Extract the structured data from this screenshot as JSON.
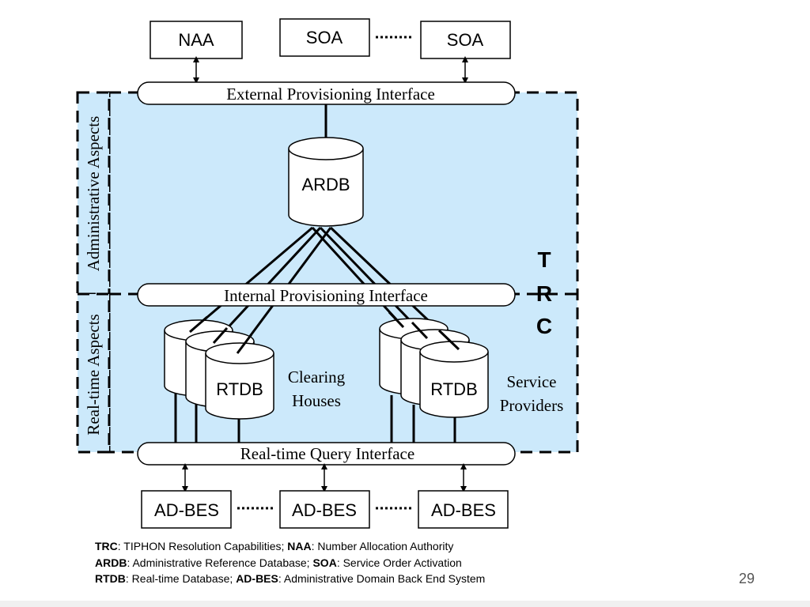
{
  "top_boxes": {
    "naa": "NAA",
    "soa_1": "SOA",
    "soa_2": "SOA"
  },
  "interfaces": {
    "external": "External Provisioning Interface",
    "internal": "Internal Provisioning Interface",
    "realtime": "Real-time Query Interface"
  },
  "side_labels": {
    "administrative": "Administrative Aspects",
    "realtime": "Real-time Aspects"
  },
  "trc_letters": [
    "T",
    "R",
    "C"
  ],
  "ardb": "ARDB",
  "rtdb_left": "RTDB",
  "rtdb_right": "RTDB",
  "clearing_houses": [
    "Clearing",
    "Houses"
  ],
  "service_providers": [
    "Service",
    "Providers"
  ],
  "bottom_boxes": [
    "AD-BES",
    "AD-BES",
    "AD-BES"
  ],
  "colors": {
    "region_fill": "#cce9fb",
    "border": "#000000"
  },
  "legend": [
    [
      {
        "term": "TRC",
        "def": ": TIPHON Resolution Capabilities; "
      },
      {
        "term": "NAA",
        "def": ": Number Allocation Authority"
      }
    ],
    [
      {
        "term": "ARDB",
        "def": ": Administrative Reference Database; "
      },
      {
        "term": "SOA",
        "def": ": Service Order Activation"
      }
    ],
    [
      {
        "term": "RTDB",
        "def": ": Real-time Database; "
      },
      {
        "term": "AD-BES",
        "def": ": Administrative Domain Back End System"
      }
    ]
  ],
  "page_number": "29"
}
